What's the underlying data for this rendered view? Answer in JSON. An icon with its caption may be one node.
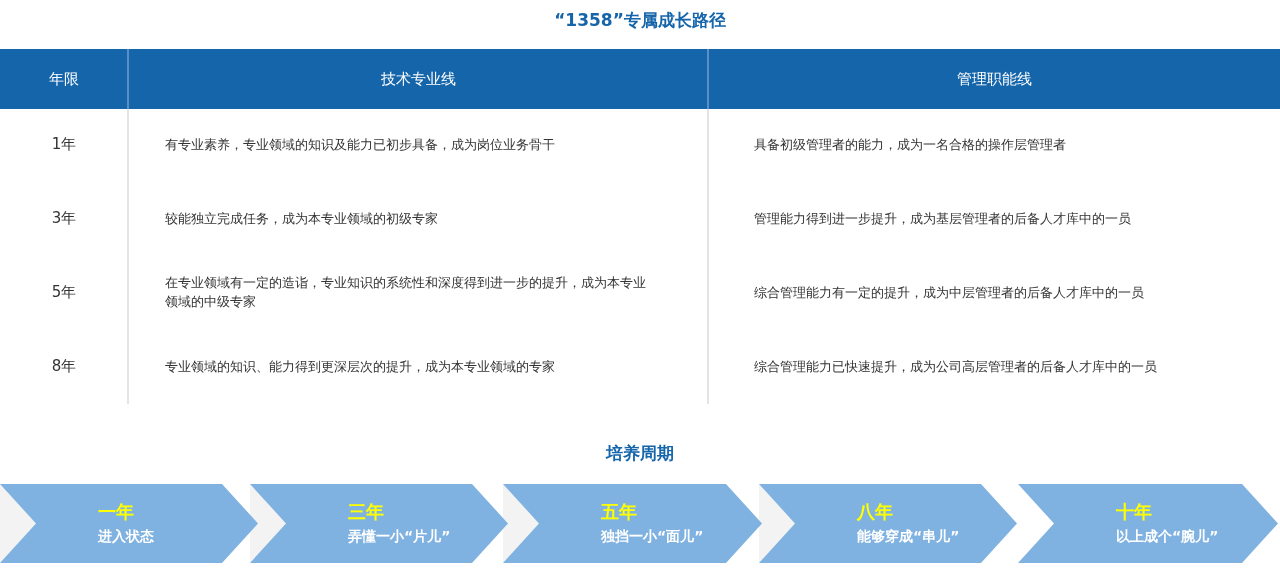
{
  "diagram": {
    "title": "“1358”专属成长路径",
    "nodes": [
      {
        "text": [
          "一年",
          "进入状态"
        ]
      },
      {
        "text": [
          "三年",
          "弄懂一小“片儿”"
        ]
      },
      {
        "text": [
          "五年",
          "独挡一小“面儿”"
        ]
      },
      {
        "text": [
          "八年",
          "能够穿成“串儿”"
        ]
      },
      {
        "text": [
          "十年",
          "以上成个“腕儿”"
        ]
      }
    ],
    "labels": [
      "年限",
      "技术专业线",
      "管理职能线",
      "1年",
      "有专业素养，专业领域的知识及能力已初步具备，成为岗位业务骨干",
      "具备初级管理者的能力，成为一名合格的操作层管理者",
      "3年",
      "较能独立完成任务，成为本专业领域的初级专家",
      "管理能力得到进一步提升，成为基层管理者的后备人才库中的一员",
      "5年",
      "在专业领域有一定的造诣，专业知识的系统性和深度得到进一步的提升，成为本专业领域的中级专家",
      "综合管理能力有一定的提升，成为中层管理者的后备人才库中的一员",
      "8年",
      "专业领域的知识、能力得到更深层次的提升，成为本专业领域的专家",
      "综合管理能力已快速提升，成为公司高层管理者的后备人才库中的一员",
      "培养周期"
    ]
  }
}
